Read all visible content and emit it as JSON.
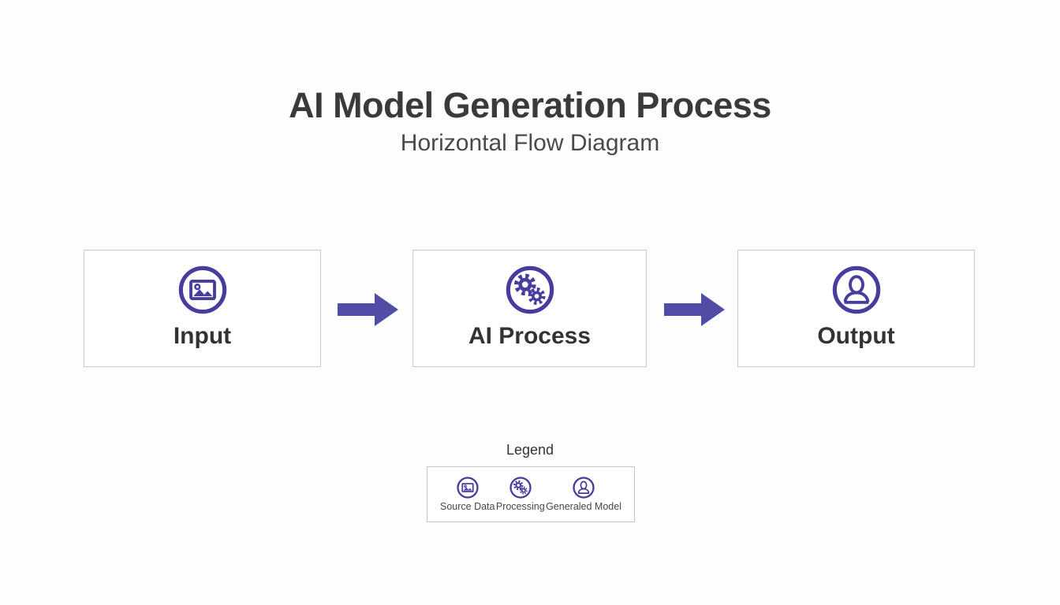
{
  "header": {
    "title": "AI Model Generation Process",
    "subtitle": "Horizontal Flow Diagram"
  },
  "flow": {
    "direction": "horizontal",
    "nodes": [
      {
        "label": "Input",
        "icon": "image-icon"
      },
      {
        "label": "AI Process",
        "icon": "gears-icon"
      },
      {
        "label": "Output",
        "icon": "person-icon"
      }
    ],
    "connectors": [
      {
        "from": "Input",
        "to": "AI Process",
        "style": "solid-right-arrow"
      },
      {
        "from": "AI Process",
        "to": "Output",
        "style": "solid-right-arrow"
      }
    ]
  },
  "legend": {
    "title": "Legend",
    "items": [
      {
        "label": "Source Data",
        "icon": "image-icon"
      },
      {
        "label": "Processing",
        "icon": "gears-icon"
      },
      {
        "label": "Generaled Model",
        "icon": "person-icon"
      }
    ]
  },
  "colors": {
    "accent": "#473D9E",
    "arrow": "#514DA6",
    "box_border": "#c9c9c9",
    "title_text": "#3a3a3a",
    "background": "#fdfdfd"
  }
}
